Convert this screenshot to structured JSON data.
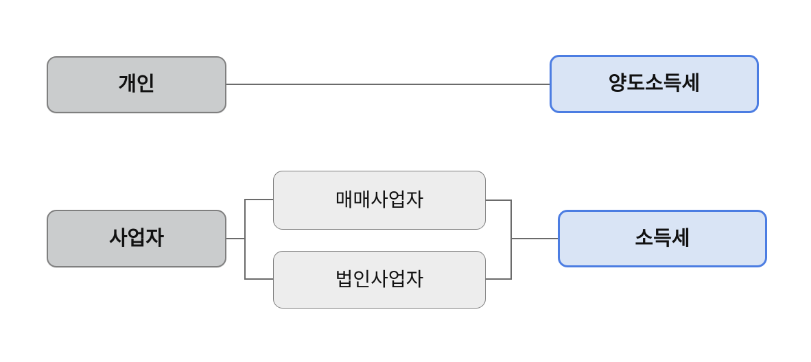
{
  "diagram": {
    "nodes": {
      "individual": {
        "label": "개인",
        "fill": "#cacccd",
        "border": "#7f7f7f"
      },
      "capital_gains_tax": {
        "label": "양도소득세",
        "fill": "#d9e4f5",
        "border": "#4c7de2"
      },
      "business": {
        "label": "사업자",
        "fill": "#cacccd",
        "border": "#7f7f7f"
      },
      "trading_business": {
        "label": "매매사업자",
        "fill": "#ededed",
        "border": "#7d7d7d"
      },
      "corporate_business": {
        "label": "법인사업자",
        "fill": "#ededed",
        "border": "#7d7d7d"
      },
      "income_tax": {
        "label": "소득세",
        "fill": "#d9e4f5",
        "border": "#4c7de2"
      }
    },
    "edges": [
      {
        "from": "individual",
        "to": "capital_gains_tax"
      },
      {
        "from": "business",
        "to": "trading_business"
      },
      {
        "from": "business",
        "to": "corporate_business"
      },
      {
        "from": "trading_business",
        "to": "income_tax"
      },
      {
        "from": "corporate_business",
        "to": "income_tax"
      }
    ],
    "colors": {
      "background": "#ffffff",
      "line": "#6b6b6b",
      "text": "#111111"
    }
  }
}
